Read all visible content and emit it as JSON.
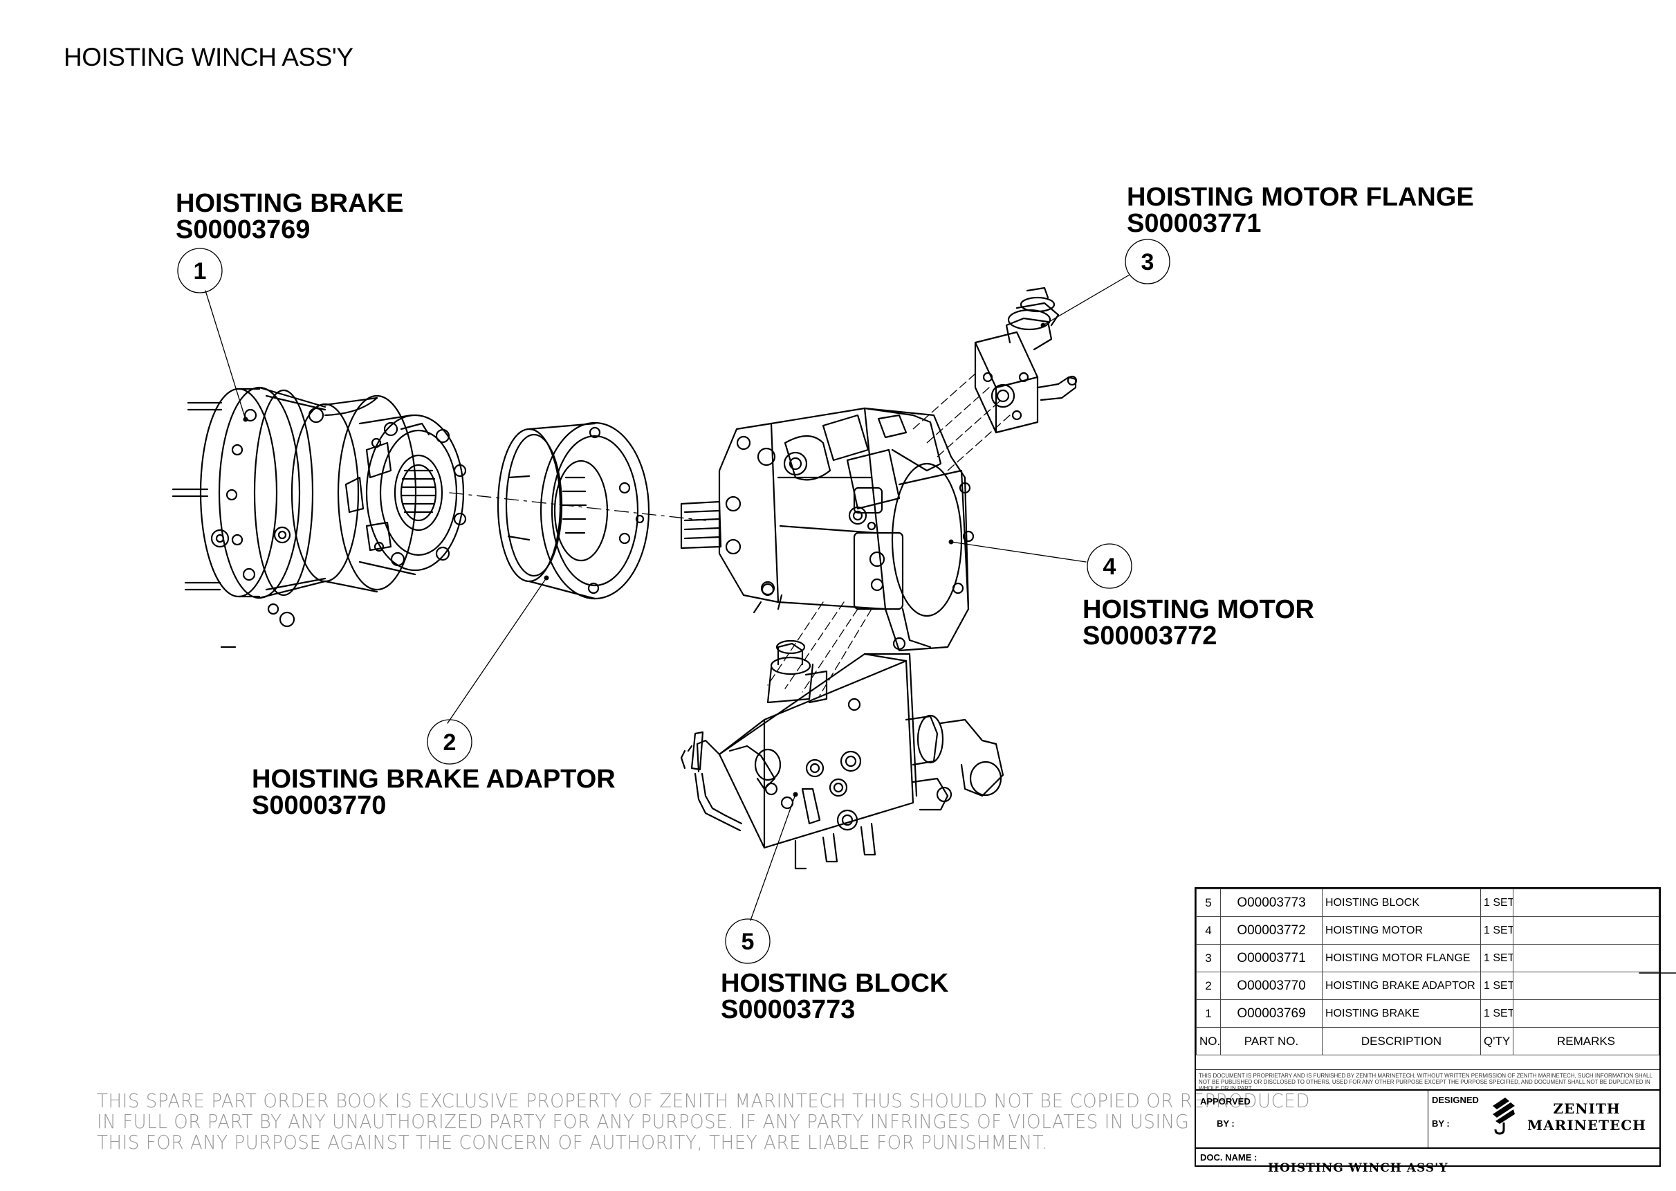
{
  "sheet": {
    "title": "HOISTING WINCH ASS'Y"
  },
  "callouts": [
    {
      "number": "1",
      "name": "HOISTING BRAKE",
      "code": "S00003769"
    },
    {
      "number": "2",
      "name": "HOISTING BRAKE ADAPTOR",
      "code": "S00003770"
    },
    {
      "number": "3",
      "name": "HOISTING MOTOR FLANGE",
      "code": "S00003771"
    },
    {
      "number": "4",
      "name": "HOISTING MOTOR",
      "code": "S00003772"
    },
    {
      "number": "5",
      "name": "HOISTING BLOCK",
      "code": "S00003773"
    }
  ],
  "disclaimer": {
    "line1": "THIS SPARE PART ORDER BOOK IS EXCLUSIVE PROPERTY OF ZENITH MARINTECH THUS SHOULD NOT BE COPIED OR REPRODUCED",
    "line2": "IN FULL OR PART BY ANY UNAUTHORIZED PARTY FOR ANY PURPOSE. IF ANY PARTY INFRINGES OF VIOLATES IN USING",
    "line3": "THIS FOR ANY PURPOSE AGAINST THE CONCERN OF AUTHORITY, THEY ARE LIABLE FOR PUNISHMENT."
  },
  "parts_list": {
    "headers": {
      "no": "NO.",
      "part_no": "PART NO.",
      "description": "DESCRIPTION",
      "qty": "Q'TY",
      "remarks": "REMARKS"
    },
    "rows": [
      {
        "no": "5",
        "part_no": "O00003773",
        "description": "HOISTING BLOCK",
        "qty": "1 SET",
        "remarks": ""
      },
      {
        "no": "4",
        "part_no": "O00003772",
        "description": "HOISTING MOTOR",
        "qty": "1 SET",
        "remarks": ""
      },
      {
        "no": "3",
        "part_no": "O00003771",
        "description": "HOISTING MOTOR FLANGE",
        "qty": "1 SET",
        "remarks": ""
      },
      {
        "no": "2",
        "part_no": "O00003770",
        "description": "HOISTING BRAKE ADAPTOR",
        "qty": "1 SET",
        "remarks": ""
      },
      {
        "no": "1",
        "part_no": "O00003769",
        "description": "HOISTING BRAKE",
        "qty": "1 SET",
        "remarks": ""
      }
    ]
  },
  "title_block": {
    "notice": "THIS DOCUMENT IS PROPRIETARY AND IS FURNISHED BY ZENITH MARINETECH, WITHOUT WRITTEN PERMISSION OF ZENITH MARINETECH, SUCH INFORMATION SHALL NOT BE PUBLISHED OR DISCLOSED TO OTHERS, USED FOR ANY OTHER PURPOSE EXCEPT THE PURPOSE SPECIFIED, AND DOCUMENT SHALL NOT BE DUPLICATED IN WHOLE OR IN PART.",
    "approved_label": "APPORVED",
    "approved_by_label": "BY :",
    "designed_label": "DESIGNED",
    "designed_by_label": "BY :",
    "company_line1": "ZENITH",
    "company_line2": "MARINETECH",
    "doc_name_label": "DOC. NAME :",
    "doc_name": "HOISTING WINCH ASS'Y"
  }
}
